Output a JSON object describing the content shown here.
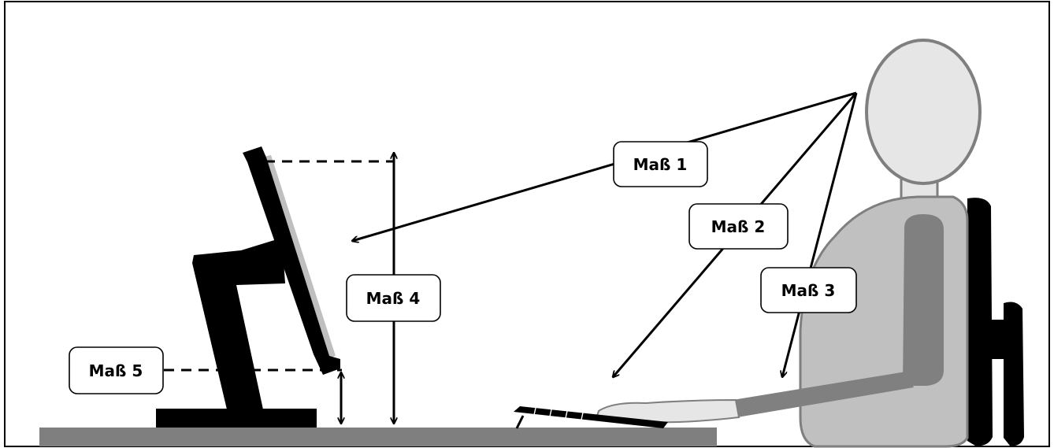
{
  "labels": {
    "m1": "Maß 1",
    "m2": "Maß 2",
    "m3": "Maß 3",
    "m4": "Maß 4",
    "m5": "Maß 5"
  },
  "colors": {
    "frame": "#000000",
    "desk": "#7f7f7f",
    "monitor": "#000000",
    "screen": "#bfbfbf",
    "head": "#e6e6e6",
    "torso": "#c0c0c0",
    "arm": "#808080",
    "chair": "#000000"
  }
}
